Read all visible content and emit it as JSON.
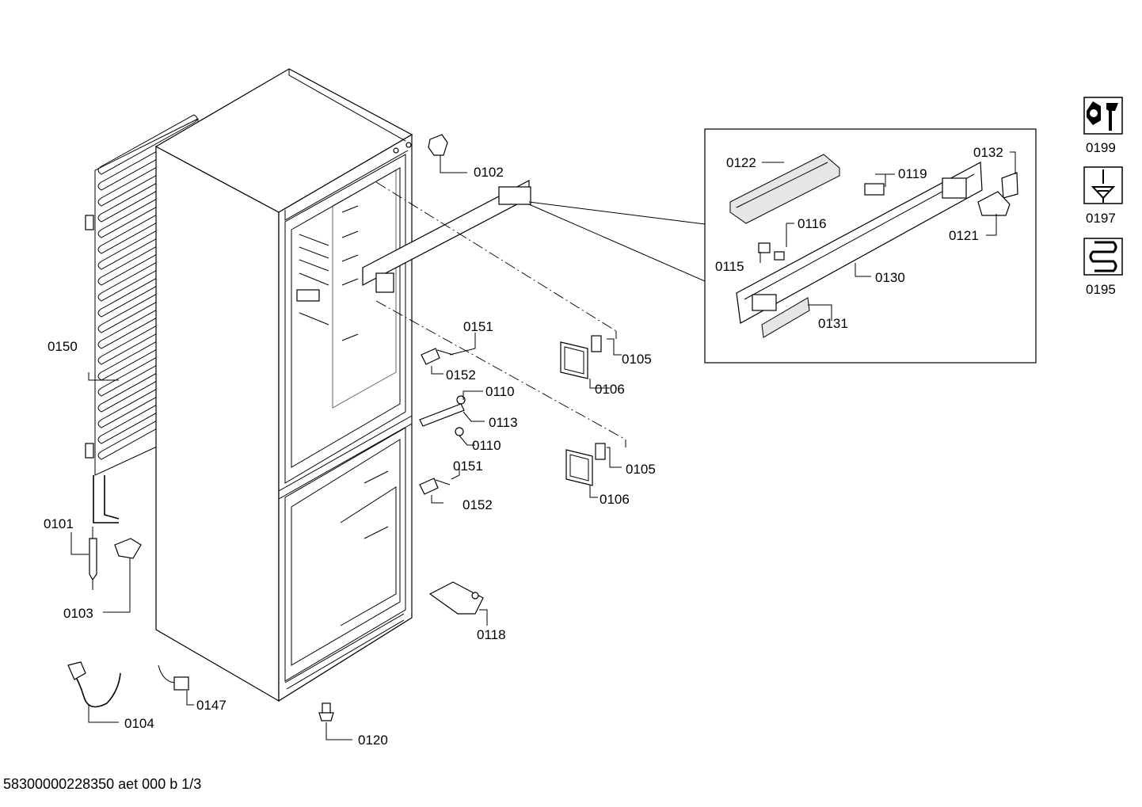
{
  "parts": {
    "p0102": "0102",
    "p0122": "0122",
    "p0119": "0119",
    "p0132": "0132",
    "p0116": "0116",
    "p0121": "0121",
    "p0115": "0115",
    "p0130": "0130",
    "p0131": "0131",
    "p0151a": "0151",
    "p0152a": "0152",
    "p0105a": "0105",
    "p0106a": "0106",
    "p0150": "0150",
    "p0110a": "0110",
    "p0113": "0113",
    "p0110b": "0110",
    "p0151b": "0151",
    "p0105b": "0105",
    "p0152b": "0152",
    "p0106b": "0106",
    "p0101": "0101",
    "p0103": "0103",
    "p0118": "0118",
    "p0147": "0147",
    "p0104": "0104",
    "p0120": "0120"
  },
  "legend": {
    "tools": "0199",
    "screwdriver": "0197",
    "condenser": "0195"
  },
  "footer": "58300000228350 aet 000 b 1/3"
}
